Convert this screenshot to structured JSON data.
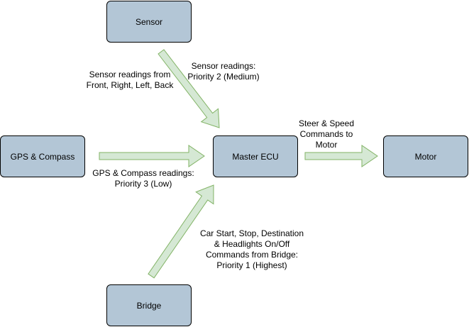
{
  "colors": {
    "node_fill": "#b3c6d6",
    "node_border": "#000000",
    "arrow_fill": "#d5e8d4",
    "arrow_stroke": "#82b366",
    "background": "#ffffff"
  },
  "nodes": {
    "sensor": "Sensor",
    "gps_compass": "GPS & Compass",
    "master_ecu": "Master ECU",
    "motor": "Motor",
    "bridge": "Bridge"
  },
  "edges": [
    {
      "from": "sensor",
      "to": "master_ecu",
      "label": "Sensor readings:\nPriority 2 (Medium)"
    },
    {
      "from": "gps_compass",
      "to": "master_ecu",
      "label": "GPS & Compass  readings:\nPriority 3 (Low)"
    },
    {
      "from": "bridge",
      "to": "master_ecu",
      "label": "Car Start, Stop, Destination\n& Headlights On/Off\nCommands from Bridge:\nPriority 1 (Highest)"
    },
    {
      "from": "master_ecu",
      "to": "motor",
      "label": "Steer & Speed\nCommands to\nMotor"
    }
  ],
  "annotations": {
    "sensor_sources": "Sensor readings from\nFront, Right, Left, Back"
  }
}
